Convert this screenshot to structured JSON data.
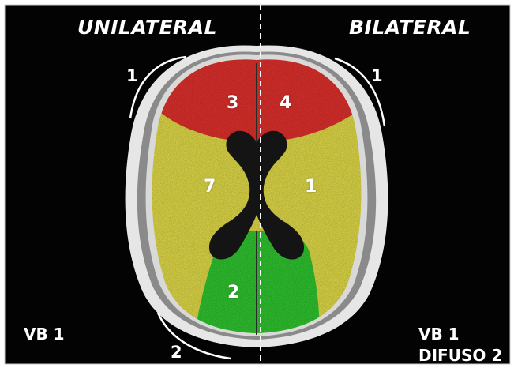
{
  "header": {
    "left_title": "UNILATERAL",
    "right_title": "BILATERAL"
  },
  "corners": {
    "left": "VB 1",
    "right_line1": "VB 1",
    "right_line2": "DIFUSO 2"
  },
  "brackets": {
    "left_upper": "1",
    "right_upper": "1",
    "left_lower": "2"
  },
  "regions": {
    "frontal_left": "3",
    "frontal_right": "4",
    "middle_left": "7",
    "middle_right": "1",
    "posterior": "2"
  },
  "colors": {
    "background": "#030303",
    "skull": "#e6e6e6",
    "frontal": "#e0302c",
    "middle": "#e2dc48",
    "posterior": "#2fc62f",
    "ventricles": "#141414",
    "text": "#ffffff"
  }
}
